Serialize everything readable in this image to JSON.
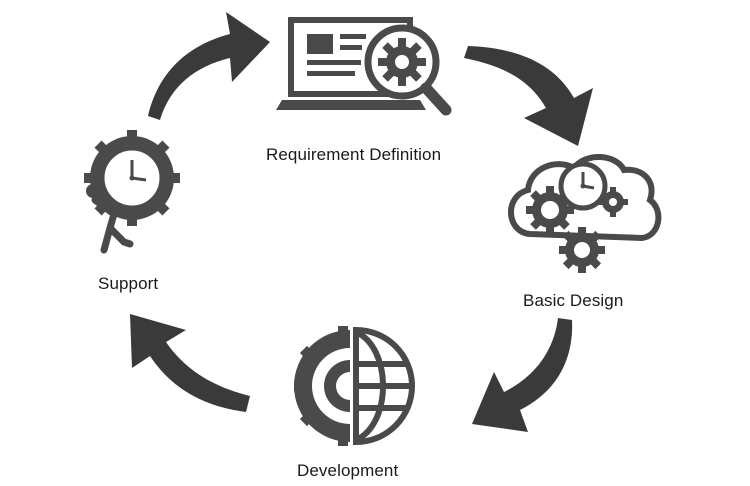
{
  "diagram": {
    "stages": [
      {
        "label": "Requirement Definition",
        "icon": "laptop-magnifier-gear-icon"
      },
      {
        "label": "Basic Design",
        "icon": "cloud-gears-clock-icon"
      },
      {
        "label": "Development",
        "icon": "gear-globe-icon"
      },
      {
        "label": "Support",
        "icon": "person-carrying-gear-clock-icon"
      }
    ],
    "colors": {
      "icon": "#4a4a4a",
      "arrow": "#3a3a3a",
      "text": "#1a1a1a",
      "background": "#ffffff"
    }
  }
}
